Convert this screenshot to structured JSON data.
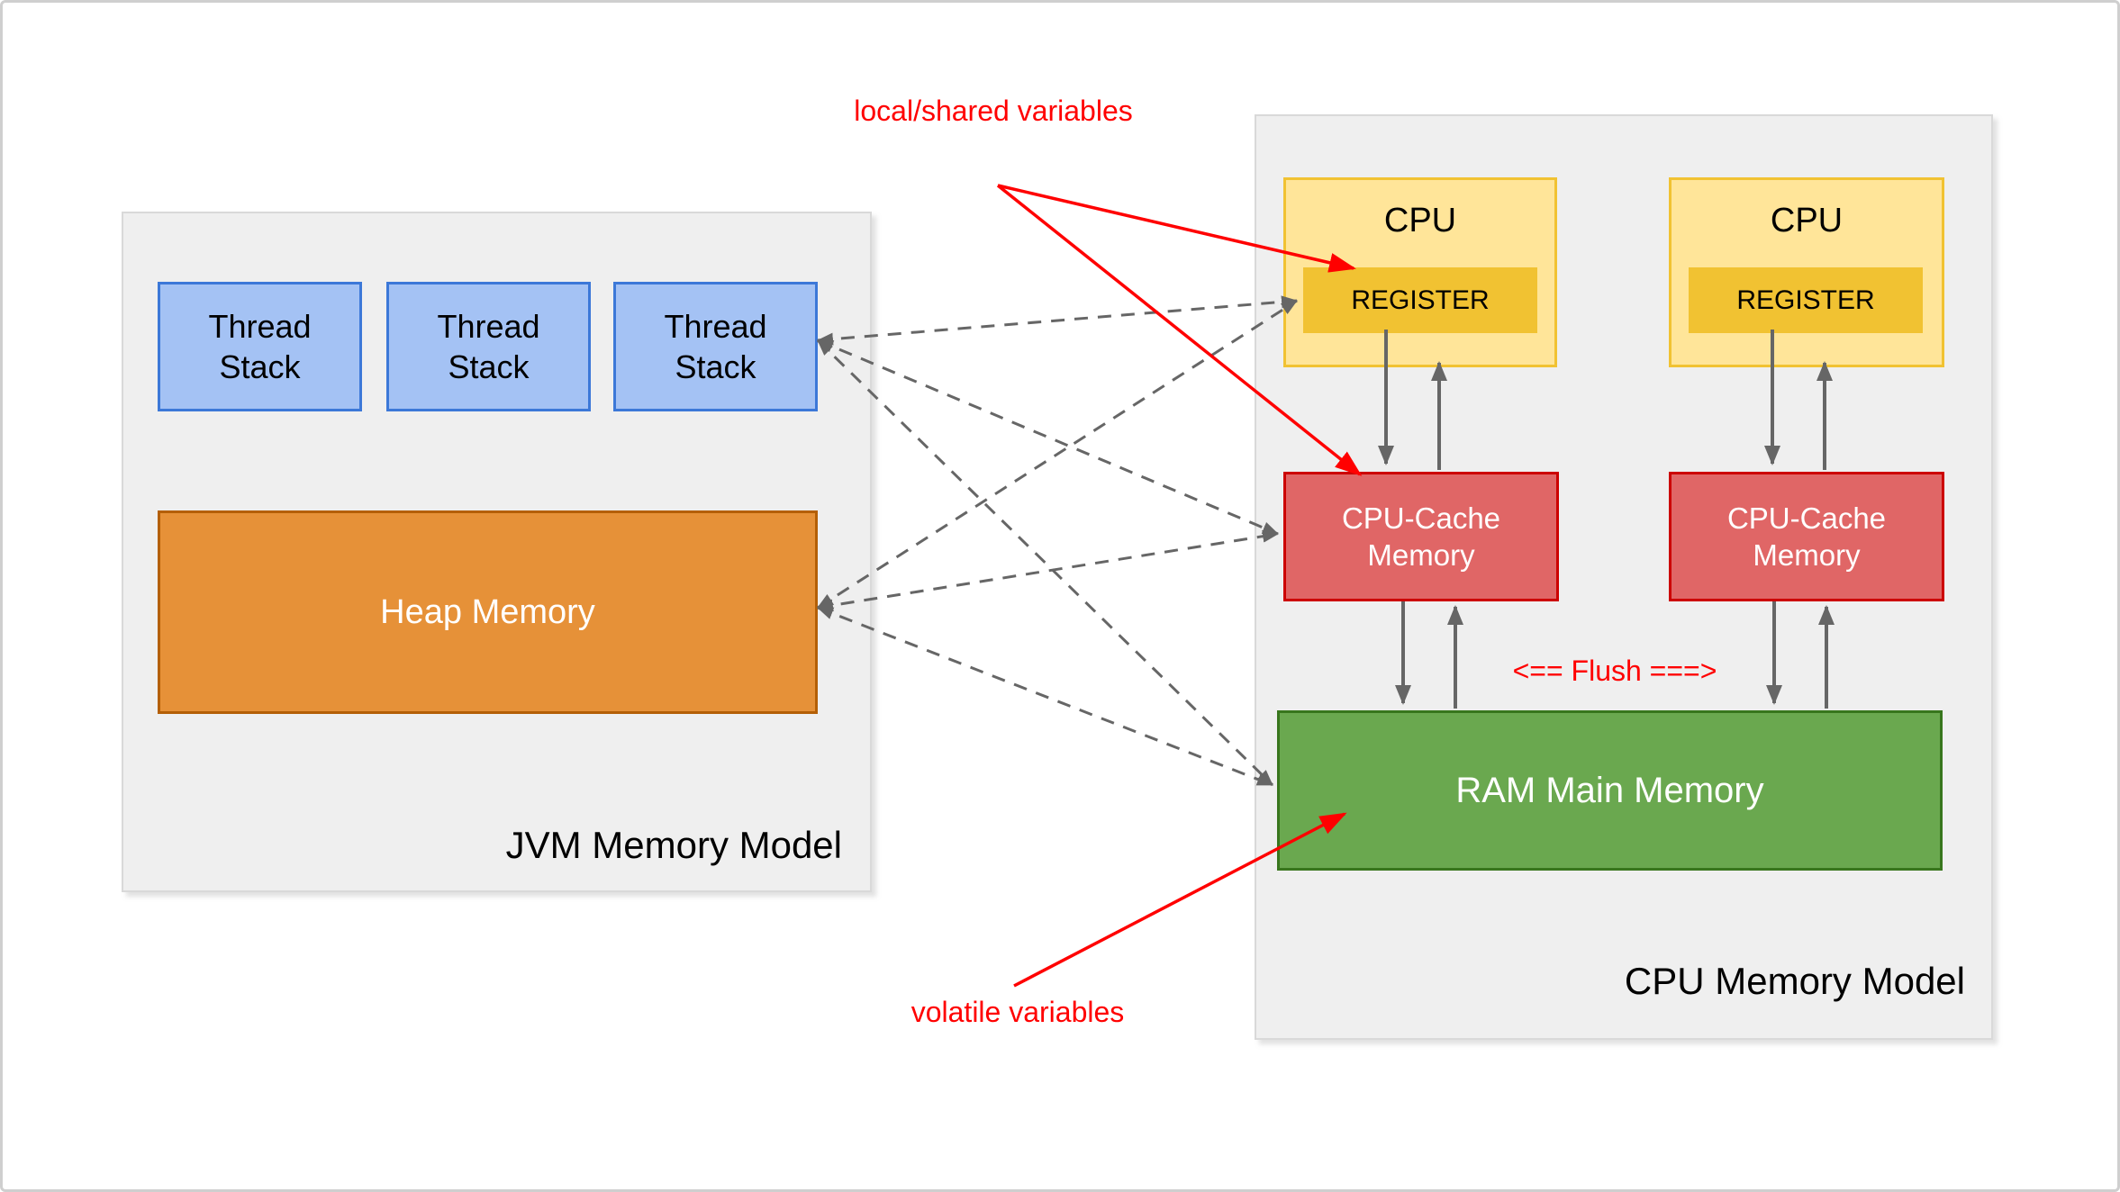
{
  "diagram": {
    "jvm_panel": {
      "label": "JVM Memory Model",
      "thread_stacks": [
        {
          "label": "Thread Stack"
        },
        {
          "label": "Thread Stack"
        },
        {
          "label": "Thread Stack"
        }
      ],
      "heap_label": "Heap Memory"
    },
    "cpu_panel": {
      "label": "CPU Memory Model",
      "cpus": [
        {
          "label": "CPU",
          "register_label": "REGISTER"
        },
        {
          "label": "CPU",
          "register_label": "REGISTER"
        }
      ],
      "caches": [
        {
          "label": "CPU-Cache Memory"
        },
        {
          "label": "CPU-Cache Memory"
        }
      ],
      "ram_label": "RAM Main Memory"
    },
    "annotations": {
      "local_shared": "local/shared variables",
      "flush": "<== Flush ===>",
      "volatile": "volatile variables"
    },
    "colors": {
      "panel_bg": "#efefef",
      "panel_border": "#d9d9d9",
      "thread_fill": "#a4c2f4",
      "thread_border": "#3c78d8",
      "heap_fill": "#e69138",
      "heap_border": "#b45f06",
      "cpu_fill": "#ffe599",
      "cpu_border": "#f1c232",
      "register_fill": "#f1c232",
      "cache_fill": "#e06666",
      "cache_border": "#cc0000",
      "ram_fill": "#6aa84f",
      "ram_border": "#38761d",
      "arrow_gray": "#666666",
      "annotation_red": "#ff0000",
      "text_dark": "#000000",
      "text_light": "#ffffff"
    }
  }
}
